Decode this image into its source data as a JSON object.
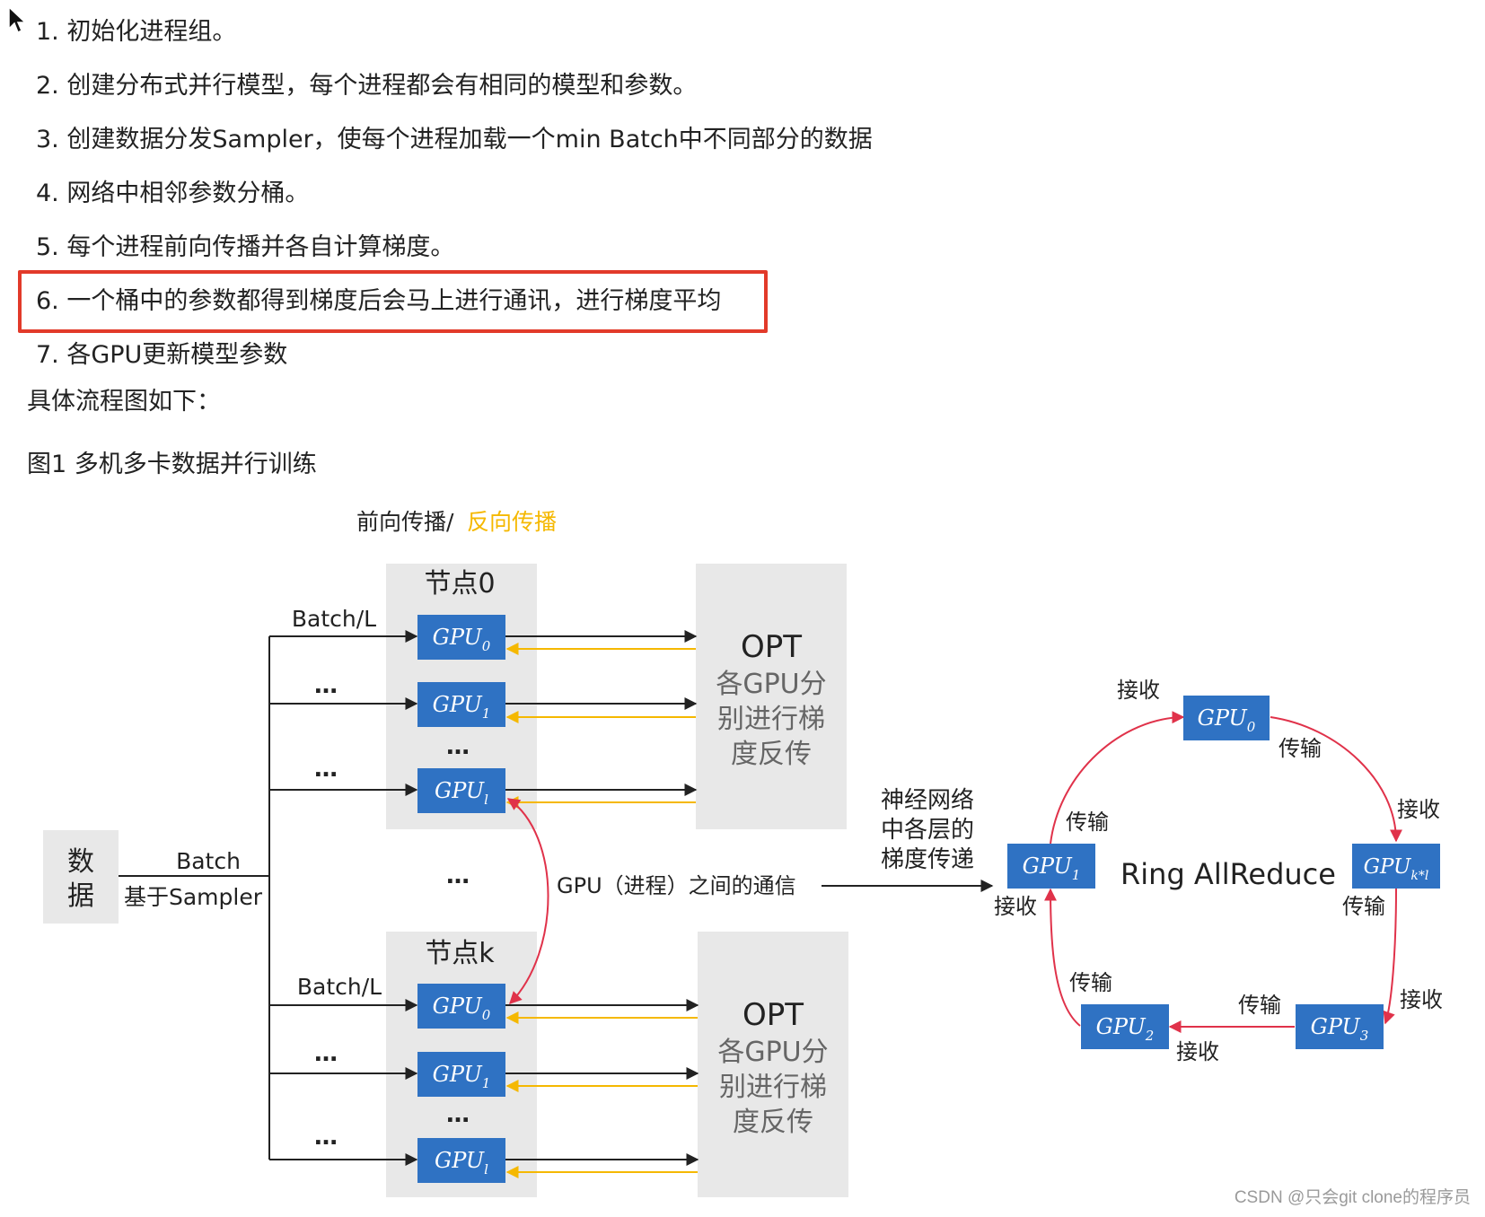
{
  "steps": [
    "1. 初始化进程组。",
    "2. 创建分布式并行模型，每个进程都会有相同的模型和参数。",
    "3. 创建数据分发Sampler，使每个进程加载一个min Batch中不同部分的数据",
    "4. 网络中相邻参数分桶。",
    "5. 每个进程前向传播并各自计算梯度。",
    "6. 一个桶中的参数都得到梯度后会马上进行通讯，进行梯度平均",
    "7. 各GPU更新模型参数"
  ],
  "flow_intro": "具体流程图如下：",
  "figure_caption": "图1 多机多卡数据并行训练",
  "diagram": {
    "legend_forward": "前向传播/",
    "legend_backward": "反向传播",
    "data_label_1": "数",
    "data_label_2": "据",
    "batch_label": "Batch",
    "sampler_label": "基于Sampler",
    "batch_l": "Batch/L",
    "dots": "…",
    "node0_title": "节点0",
    "nodek_title": "节点k",
    "gpu_prefix": "GPU",
    "gpu_sub_0": "0",
    "gpu_sub_1": "1",
    "gpu_sub_l": "l",
    "opt_title": "OPT",
    "opt_line1": "各GPU分",
    "opt_line2": "别进行梯",
    "opt_line3": "度反传",
    "comm_label": "GPU（进程）之间的通信",
    "nn_line1": "神经网络",
    "nn_line2": "中各层的",
    "nn_line3": "梯度传递",
    "ring_title": "Ring AllReduce",
    "ring_sub_0": "0",
    "ring_sub_1": "1",
    "ring_sub_2": "2",
    "ring_sub_3": "3",
    "ring_sub_k": "k*l",
    "receive": "接收",
    "transmit": "传输"
  },
  "colors": {
    "gpu_box": "#2f72c3",
    "node_bg": "#e8e8e8",
    "forward_arrow": "#222222",
    "backward_arrow": "#f5b800",
    "ring_arrow": "#e0324a",
    "highlight_border": "#e23a2a"
  },
  "watermark": "CSDN @只会git clone的程序员"
}
